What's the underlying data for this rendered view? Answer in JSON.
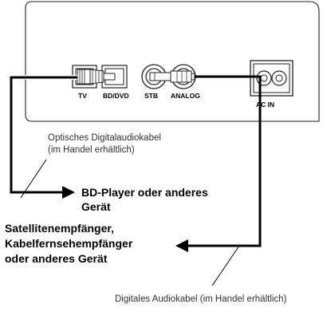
{
  "ports": {
    "tv": "TV",
    "bd_dvd": "BD/DVD",
    "stb": "STB",
    "analog": "ANALOG",
    "ac_in": "AC IN"
  },
  "callouts": {
    "optical_cable_line1": "Optisches Digitalaudiokabel",
    "optical_cable_line2": "(im Handel erhältlich)",
    "digital_cable": "Digitales Audiokabel (im Handel erhältlich)"
  },
  "devices": {
    "bd_player_line1": "BD-Player oder anderes",
    "bd_player_line2": "Gerät",
    "stb_line1": "Satellitenempfänger,",
    "stb_line2": "Kabelfernsehempfänger",
    "stb_line3": "oder anderes Gerät"
  }
}
